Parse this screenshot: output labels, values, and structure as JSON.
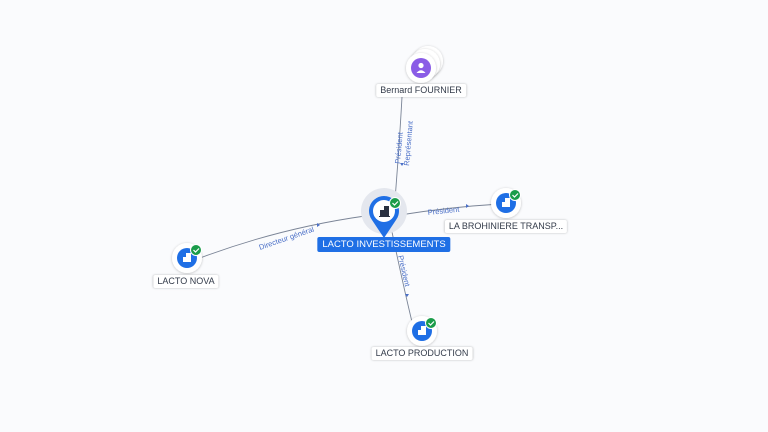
{
  "colors": {
    "accent": "#1f6fe5",
    "person": "#8a5ce6",
    "verified": "#1a9c4a",
    "edge": "#7a8496",
    "edge_label": "#4a6fc7"
  },
  "nodes": {
    "center": {
      "label": "LACTO INVESTISSEMENTS",
      "icon": "building-icon"
    },
    "person": {
      "label": "Bernard FOURNIER",
      "icon": "person-icon"
    },
    "brohiniere": {
      "label": "LA BROHINIERE TRANSP...",
      "icon": "building-icon"
    },
    "nova": {
      "label": "LACTO NOVA",
      "icon": "building-icon"
    },
    "production": {
      "label": "LACTO PRODUCTION",
      "icon": "building-icon"
    }
  },
  "edges": {
    "person_president": "Président",
    "person_representant": "Représentant",
    "brohiniere": "Président",
    "nova": "Directeur général",
    "production": "Président"
  }
}
